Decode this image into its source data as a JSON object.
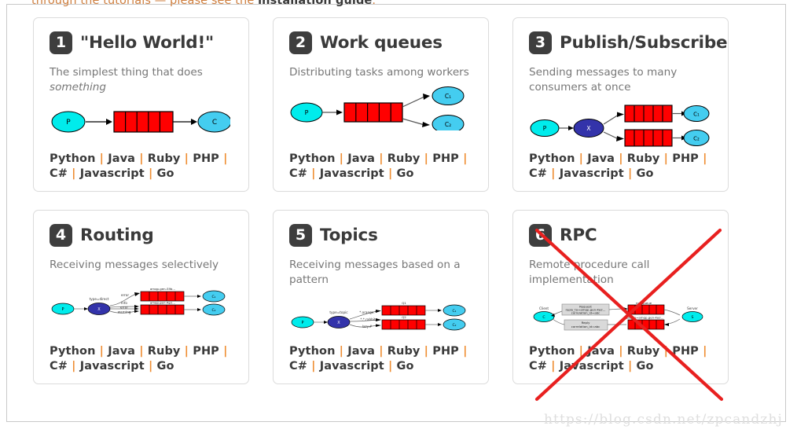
{
  "intro": {
    "prefix": "through the tutorials",
    "dash": "—",
    "middle": "please see the",
    "link": "installation guide",
    "suffix": "."
  },
  "watermark": "https://blog.csdn.net/zpcandzhj",
  "colors": {
    "badge_bg": "#3e3e3e",
    "title": "#3a3a3a",
    "desc": "#777777",
    "separator": "#ef8e33",
    "card_border": "#dcdcdc",
    "queue_red": "#ff0000",
    "producer_cyan": "#00ffff",
    "consumer_blue": "#44cdf0",
    "exchange_navy": "#3333aa",
    "cross_red": "#e8201f"
  },
  "languages": [
    "Python",
    "Java",
    "Ruby",
    "PHP",
    "C#",
    "Javascript",
    "Go"
  ],
  "separator": "|",
  "cards": [
    {
      "number": "1",
      "title": "\"Hello World!\"",
      "desc_plain": "The simplest thing that does ",
      "desc_em": "something",
      "diagram": "hello-world-diagram",
      "diagram_labels": [
        "P",
        "C"
      ],
      "crossed_out": false
    },
    {
      "number": "2",
      "title": "Work queues",
      "desc_plain": "Distributing tasks among workers",
      "desc_em": "",
      "diagram": "work-queue-diagram",
      "diagram_labels": [
        "P",
        "C₁",
        "C₂"
      ],
      "crossed_out": false
    },
    {
      "number": "3",
      "title": "Publish/Subscribe",
      "desc_plain": "Sending messages to many consumers at once",
      "desc_em": "",
      "diagram": "publish-subscribe-diagram",
      "diagram_labels": [
        "P",
        "X",
        "C₁",
        "C₂"
      ],
      "crossed_out": false
    },
    {
      "number": "4",
      "title": "Routing",
      "desc_plain": "Receiving messages selectively",
      "desc_em": "",
      "diagram": "routing-diagram",
      "diagram_labels": [
        "P",
        "X",
        "C₁",
        "C₂",
        "type=direct",
        "error",
        "info",
        "error",
        "warning",
        "amqp.gen-S9b...",
        "amqp.gen-Ag1..."
      ],
      "crossed_out": false
    },
    {
      "number": "5",
      "title": "Topics",
      "desc_plain": "Receiving messages based on a pattern",
      "desc_em": "",
      "diagram": "topics-diagram",
      "diagram_labels": [
        "P",
        "X",
        "C₁",
        "C₂",
        "type=topic",
        "*.orange.*",
        "*.*.rabbit",
        "lazy.#",
        "Q1",
        "Q2"
      ],
      "crossed_out": false
    },
    {
      "number": "6",
      "title": "RPC",
      "desc_plain": "Remote procedure call implementation",
      "desc_em": "",
      "diagram": "rpc-diagram",
      "diagram_labels": [
        "Client",
        "C",
        "Server",
        "S",
        "Request",
        "reply_to=amqp.gen-Xa2...",
        "correlation_id=abc",
        "Reply",
        "correlation_id=abc",
        "rpc_queue",
        "reply_to=amqp.gen-Xa2..."
      ],
      "crossed_out": true
    }
  ]
}
